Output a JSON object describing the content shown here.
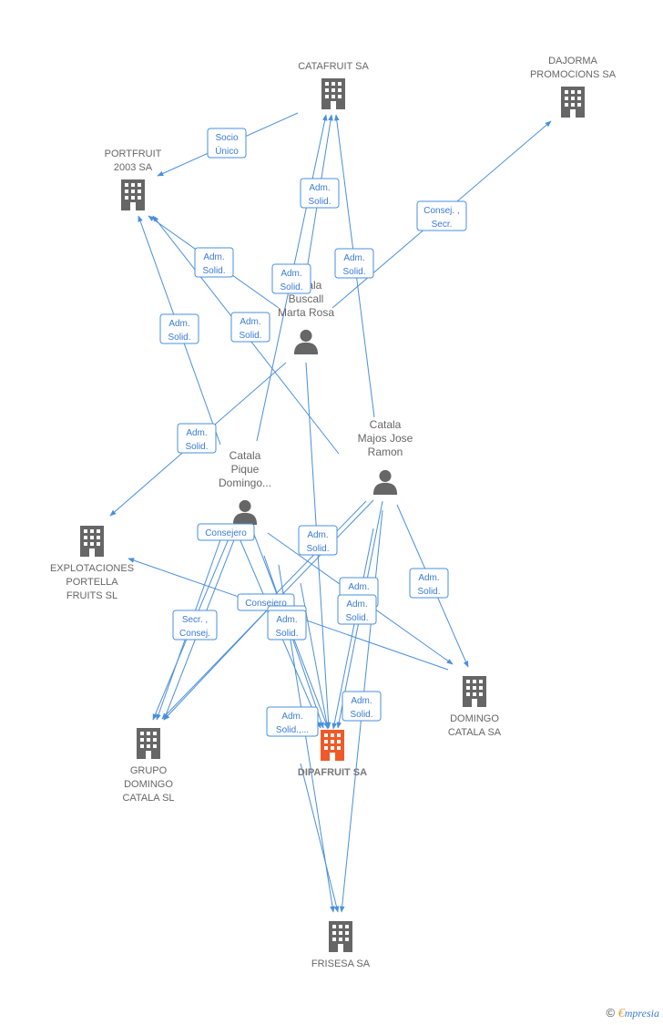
{
  "colors": {
    "edge": "#4a8fdc",
    "company": "#666666",
    "main_company": "#f05a28",
    "person": "#666666"
  },
  "nodes": [
    {
      "id": "catafruit",
      "type": "company",
      "label": [
        "CATAFRUIT SA"
      ]
    },
    {
      "id": "dajorma",
      "type": "company",
      "label": [
        "DAJORMA",
        "PROMOCIONS SA"
      ]
    },
    {
      "id": "portfruit",
      "type": "company",
      "label": [
        "PORTFRUIT",
        "2003 SA"
      ]
    },
    {
      "id": "buscall",
      "type": "person",
      "label": [
        "Catala",
        "Buscall",
        "Marta Rosa"
      ]
    },
    {
      "id": "majos",
      "type": "person",
      "label": [
        "Catala",
        "Majos Jose",
        "Ramon"
      ]
    },
    {
      "id": "pique",
      "type": "person",
      "label": [
        "Catala",
        "Pique",
        "Domingo..."
      ]
    },
    {
      "id": "explotaciones",
      "type": "company",
      "label": [
        "EXPLOTACIONES",
        "PORTELLA",
        "FRUITS SL"
      ]
    },
    {
      "id": "domingo_catala",
      "type": "company",
      "label": [
        "DOMINGO",
        "CATALA SA"
      ]
    },
    {
      "id": "grupo",
      "type": "company",
      "label": [
        "GRUPO",
        "DOMINGO",
        "CATALA SL"
      ]
    },
    {
      "id": "dipafruit",
      "type": "company",
      "main": true,
      "label": [
        "DIPAFRUIT SA"
      ]
    },
    {
      "id": "frisesa",
      "type": "company",
      "label": [
        "FRISESA SA"
      ]
    }
  ],
  "edges": [
    {
      "label": [
        "Socio",
        "Único"
      ]
    },
    {
      "label": [
        "Consej. ,",
        "Secr."
      ]
    },
    {
      "label": [
        "Adm.",
        "Solid."
      ]
    },
    {
      "label": [
        "Adm.",
        "Solid."
      ]
    },
    {
      "label": [
        "Adm.",
        "Solid."
      ]
    },
    {
      "label": [
        "Adm.",
        "Solid."
      ]
    },
    {
      "label": [
        "Adm.",
        "Solid."
      ]
    },
    {
      "label": [
        "Adm.",
        "Solid."
      ]
    },
    {
      "label": [
        "Adm.",
        "Solid."
      ]
    },
    {
      "label": [
        "Consejero"
      ]
    },
    {
      "label": [
        "Adm.",
        "Solid."
      ]
    },
    {
      "label": [
        "Adm.",
        "Solid."
      ]
    },
    {
      "label": [
        "Secr. ,",
        "Consej."
      ]
    },
    {
      "label": [
        "Consejero"
      ]
    },
    {
      "label": [
        "Adm.",
        "Solid."
      ]
    },
    {
      "label": [
        "Adm.",
        "Solid."
      ]
    },
    {
      "label": [
        "Socio",
        "Único"
      ]
    },
    {
      "label": [
        "Adm.",
        "Solid."
      ]
    },
    {
      "label": [
        "Adm.",
        "Solid.,..."
      ]
    },
    {
      "label": [
        "Adm.",
        "Solid."
      ]
    }
  ],
  "footer": {
    "copyright": "©",
    "brand_initial": "€",
    "brand_rest": "mpresia"
  }
}
